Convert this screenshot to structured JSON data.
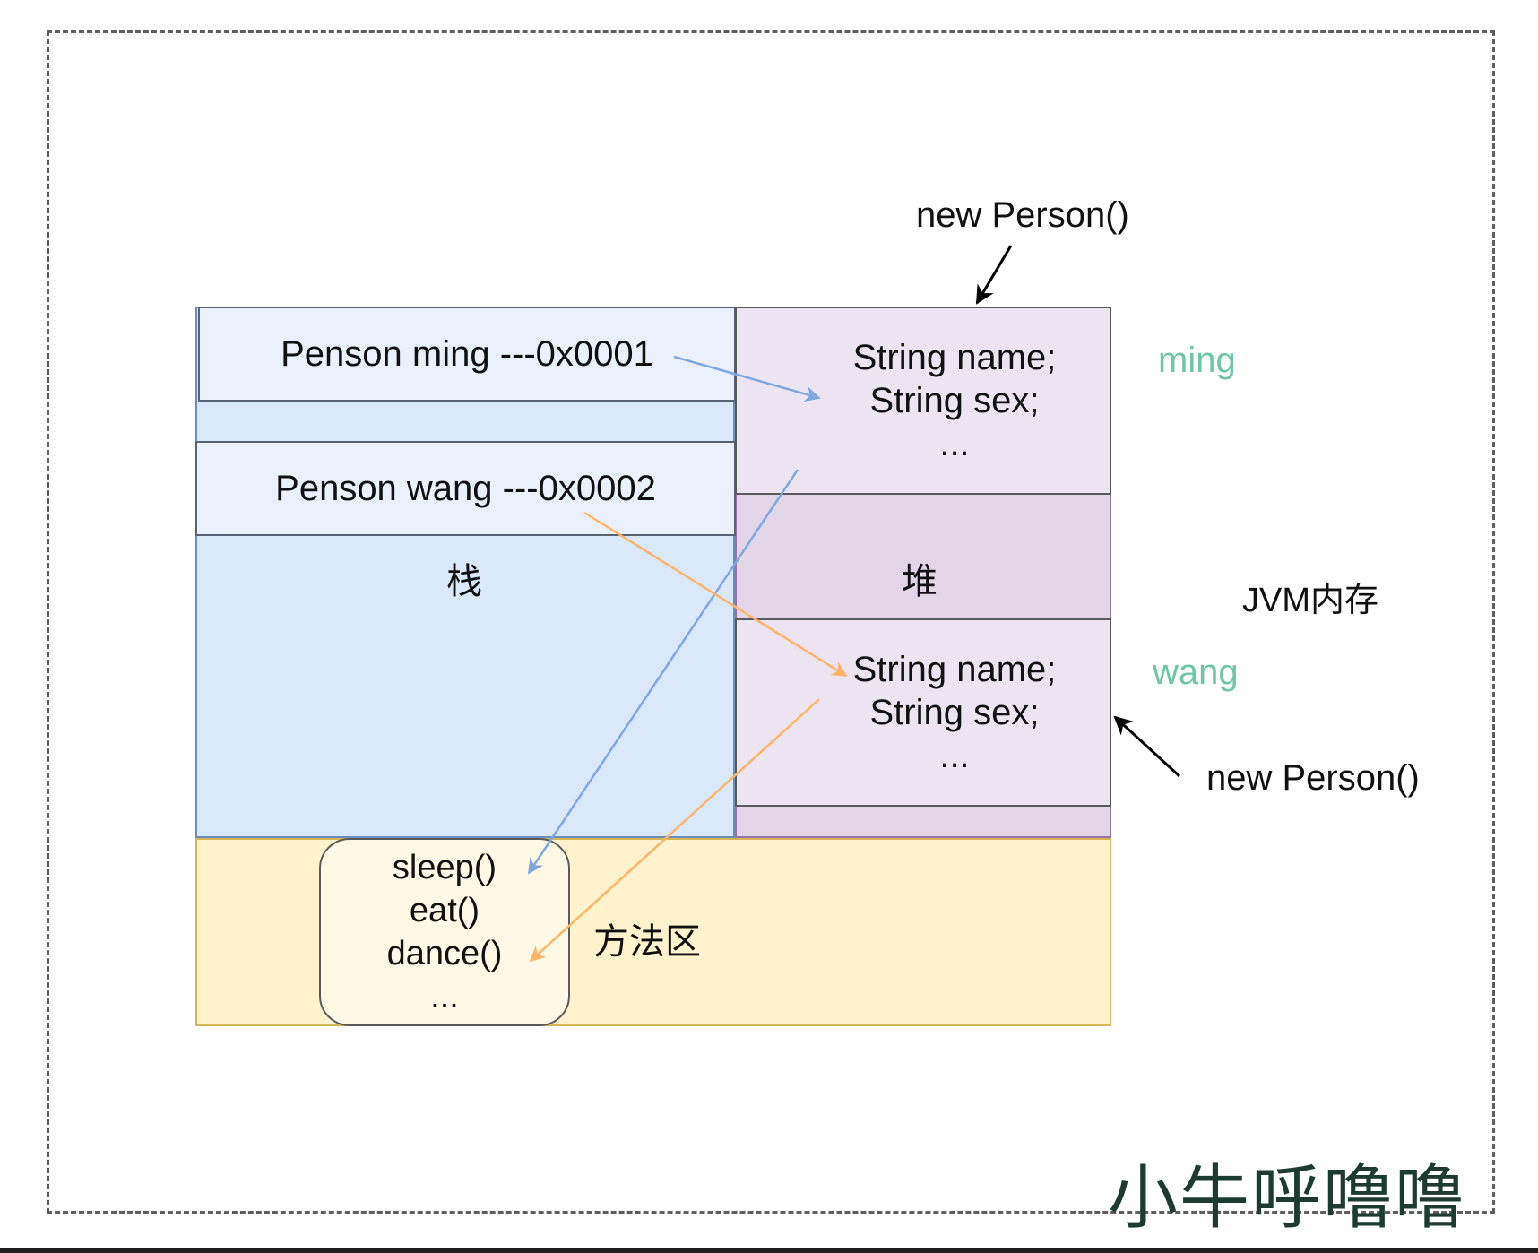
{
  "stack": {
    "label": "栈",
    "frames": [
      {
        "text": "Penson ming ---0x0001"
      },
      {
        "text": "Penson wang ---0x0002"
      }
    ]
  },
  "heap": {
    "label": "堆",
    "objects": [
      {
        "name": "ming",
        "line1": "String name;",
        "line2": "String sex;",
        "line3": "..."
      },
      {
        "name": "wang",
        "line1": "String name;",
        "line2": "String sex;",
        "line3": "..."
      }
    ]
  },
  "method_area": {
    "label": "方法区",
    "methods": [
      "sleep()",
      "eat()",
      "dance()",
      "..."
    ]
  },
  "annotations": {
    "new_top": "new Person()",
    "new_right": "new Person()",
    "jvm_label": "JVM内存"
  },
  "signature": "小牛呼噜噜",
  "colors": {
    "stack_fill": "#dae8fc",
    "heap_fill": "#e1d5e7",
    "method_fill": "#fff2cc",
    "arrow_blue": "#7ea6e0",
    "arrow_orange": "#ffb366",
    "object_name": "#6fc6a6"
  }
}
